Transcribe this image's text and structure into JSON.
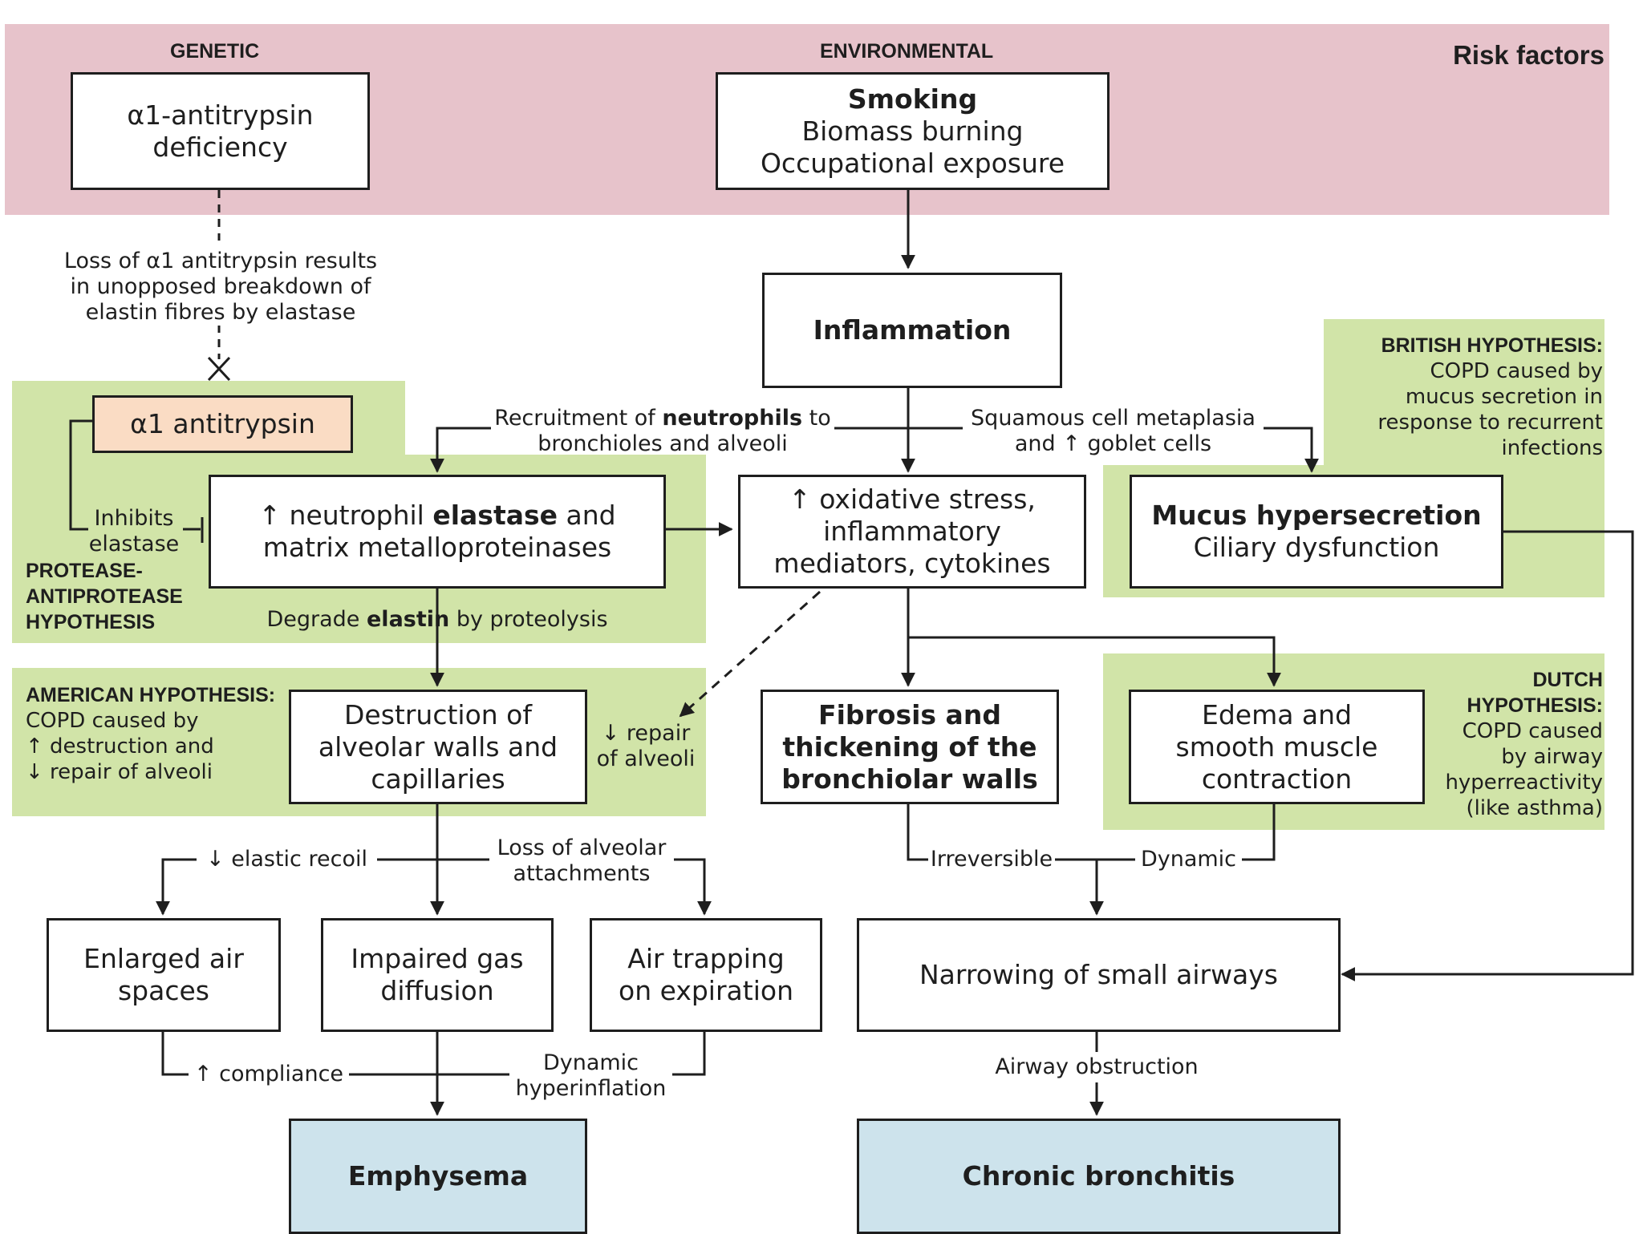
{
  "colors": {
    "risk_band": "#e7c3cb",
    "hypothesis_bg": "#d1e4a8",
    "alpha_box": "#fadcc4",
    "outcome_box": "#cde3ec",
    "line": "#1e1e1e"
  },
  "risk": {
    "genetic": "GENETIC",
    "environmental": "ENVIRONMENTAL",
    "title": "Risk factors"
  },
  "boxes": {
    "a1_deficiency": [
      "α1-antitrypsin",
      "deficiency"
    ],
    "smoking": {
      "bold": "Smoking",
      "rest": [
        "Biomass burning",
        "Occupational exposure"
      ]
    },
    "inflammation": "Inflammation",
    "a1_antitrypsin": "α1 antitrypsin",
    "neutrophil": {
      "pre": "↑ neutrophil ",
      "bold": "elastase",
      "post": " and",
      "line2": "matrix metalloproteinases"
    },
    "oxidative": [
      "↑ oxidative stress,",
      "inflammatory",
      "mediators, cytokines"
    ],
    "mucus": {
      "bold": "Mucus hypersecretion",
      "line2": "Ciliary dysfunction"
    },
    "destruction": [
      "Destruction of",
      "alveolar walls and",
      "capillaries"
    ],
    "fibrosis": [
      "Fibrosis and",
      "thickening of the",
      "bronchiolar walls"
    ],
    "edema": [
      "Edema and",
      "smooth muscle",
      "contraction"
    ],
    "enlarged": [
      "Enlarged air",
      "spaces"
    ],
    "impaired": [
      "Impaired gas",
      "diffusion"
    ],
    "air_trapping": [
      "Air trapping",
      "on expiration"
    ],
    "narrowing": "Narrowing of small airways",
    "emphysema": "Emphysema",
    "chronic_bronchitis": "Chronic bronchitis"
  },
  "labels": {
    "loss_a1": [
      "Loss of α1 antitrypsin results",
      "in unopposed breakdown of",
      "elastin fibres by elastase"
    ],
    "recruitment": {
      "pre": "Recruitment of ",
      "bold": "neutrophils",
      "post": " to",
      "line2": "bronchioles and alveoli"
    },
    "squamous": [
      "Squamous cell metaplasia",
      "and ↑ goblet cells"
    ],
    "inhibits": [
      "Inhibits",
      "elastase"
    ],
    "degrade": {
      "pre": "Degrade ",
      "bold": "elastin",
      "post": " by proteolysis"
    },
    "repair": [
      "↓ repair",
      "of alveoli"
    ],
    "elastic_recoil": "↓ elastic recoil",
    "loss_alveolar": [
      "Loss of alveolar",
      "attachments"
    ],
    "irreversible": "Irreversible",
    "dynamic": "Dynamic",
    "compliance": "↑ compliance",
    "dyn_hyper": [
      "Dynamic",
      "hyperinflation"
    ],
    "airway_obstruction": "Airway obstruction"
  },
  "hypotheses": {
    "protease": [
      "PROTEASE-",
      "ANTIPROTEASE",
      "HYPOTHESIS"
    ],
    "american": {
      "title": "AMERICAN HYPOTHESIS:",
      "lines": [
        "COPD caused by",
        "↑ destruction and",
        "↓ repair of alveoli"
      ]
    },
    "british": {
      "title": "BRITISH HYPOTHESIS:",
      "lines": [
        "COPD caused by",
        "mucus secretion in",
        "response to recurrent",
        "infections"
      ]
    },
    "dutch": {
      "title": [
        "DUTCH",
        "HYPOTHESIS:"
      ],
      "lines": [
        "COPD caused",
        "by airway",
        "hyperreactivity",
        "(like asthma)"
      ]
    }
  }
}
